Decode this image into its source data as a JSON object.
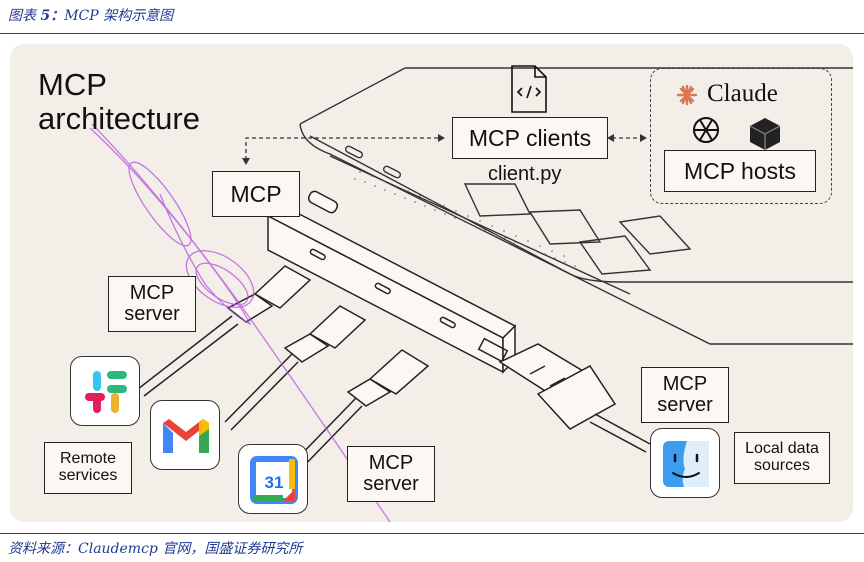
{
  "caption": {
    "prefix": "图表",
    "number": "5：",
    "text": "MCP 架构示意图"
  },
  "diagram": {
    "title": "MCP\narchitecture",
    "mcp_label": "MCP",
    "clients_label": "MCP clients",
    "client_file": "client.py",
    "claude_logo_text": "Claude",
    "hosts_label": "MCP hosts",
    "server_label_1": "MCP\nserver",
    "server_label_2": "MCP\nserver",
    "server_label_3": "MCP\nserver",
    "remote_label": "Remote\nservices",
    "local_label": "Local data\nsources",
    "calendar_day": "31"
  },
  "colors": {
    "accent": "#1f3a93",
    "panel": "#f3efe8",
    "claude": "#d97757",
    "highlight": "#b44de0"
  },
  "source": {
    "prefix": "资料来源：",
    "text": "Claudemcp 官网，国盛证券研究所"
  }
}
